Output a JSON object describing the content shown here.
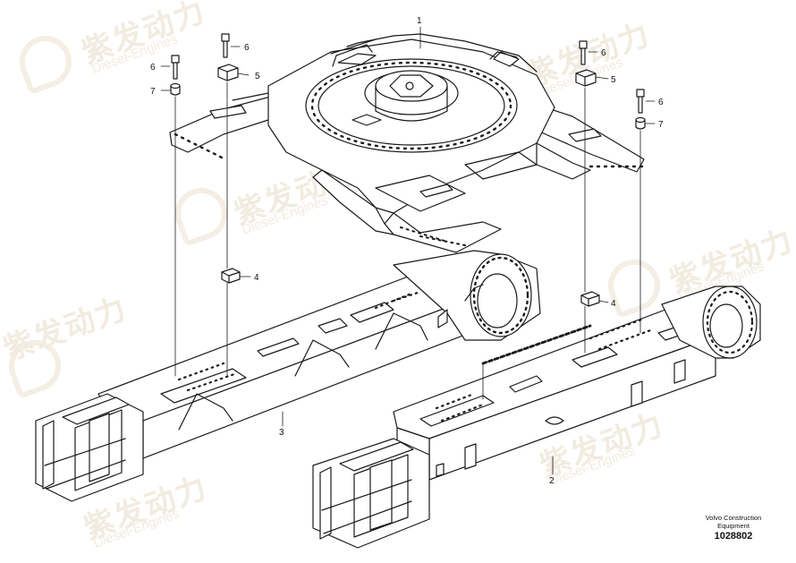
{
  "diagram": {
    "callouts": [
      {
        "id": "c1",
        "label": "1"
      },
      {
        "id": "c2",
        "label": "2"
      },
      {
        "id": "c3",
        "label": "3"
      },
      {
        "id": "c4a",
        "label": "4"
      },
      {
        "id": "c4b",
        "label": "4"
      },
      {
        "id": "c5a",
        "label": "5"
      },
      {
        "id": "c5b",
        "label": "5"
      },
      {
        "id": "c6a",
        "label": "6"
      },
      {
        "id": "c6b",
        "label": "6"
      },
      {
        "id": "c6c",
        "label": "6"
      },
      {
        "id": "c7a",
        "label": "7"
      },
      {
        "id": "c7b",
        "label": "7"
      }
    ]
  },
  "caption": {
    "manufacturer": "Volvo Construction\nEquipment",
    "drawing_number": "1028802"
  },
  "watermark": {
    "chinese": "紫发动力",
    "english": "Diesel-Engines"
  }
}
